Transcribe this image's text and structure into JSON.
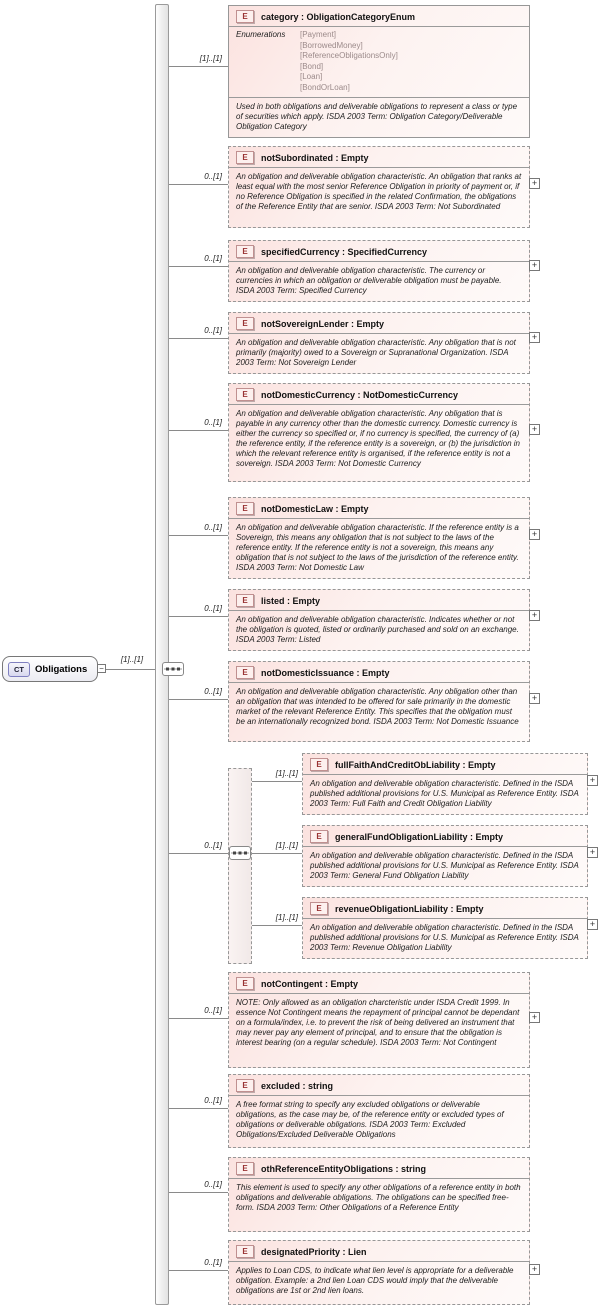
{
  "meta": {
    "separator": " : ",
    "element_badge": "E",
    "plus_glyph": "+",
    "collapse_glyph": "−",
    "compositor_kind": "sequence",
    "colors": {
      "box_fill": "#fbe2df",
      "box_border": "#979797",
      "element_badge_red": "#993333",
      "ct_badge_blue": "#8080c0",
      "enum_value_gray": "#9b8a8a"
    }
  },
  "root": {
    "badge": "CT",
    "title": "Obligations",
    "cardinality": "[1]..[1]"
  },
  "group": {
    "cardinality": "0..[1]"
  },
  "elements": [
    {
      "name": "category",
      "type": "ObligationCategoryEnum",
      "cardinality": "[1]..[1]",
      "required": true,
      "enumerations_label": "Enumerations",
      "enumerations": [
        "[Payment]",
        "[BorrowedMoney]",
        "[ReferenceObligationsOnly]",
        "[Bond]",
        "[Loan]",
        "[BondOrLoan]"
      ],
      "annotation": "Used in both obligations and deliverable obligations to represent a class or type of securities which apply. ISDA 2003 Term: Obligation Category/Deliverable Obligation Category"
    },
    {
      "name": "notSubordinated",
      "type": "Empty",
      "cardinality": "0..[1]",
      "required": false,
      "annotation": "An obligation and deliverable obligation characteristic. An obligation that ranks at least equal with the most senior Reference Obligation in priority of payment or, if no Reference Obligation is specified in the related Confirmation, the obligations of the Reference Entity that are senior. ISDA 2003 Term: Not Subordinated"
    },
    {
      "name": "specifiedCurrency",
      "type": "SpecifiedCurrency",
      "cardinality": "0..[1]",
      "required": false,
      "annotation": "An obligation and deliverable obligation characteristic. The currency or currencies in which an obligation or deliverable obligation must be payable. ISDA 2003 Term: Specified Currency"
    },
    {
      "name": "notSovereignLender",
      "type": "Empty",
      "cardinality": "0..[1]",
      "required": false,
      "annotation": "An obligation and deliverable obligation characteristic. Any obligation that is not primarily (majority) owed to a Sovereign or Supranational Organization. ISDA 2003 Term: Not Sovereign Lender"
    },
    {
      "name": "notDomesticCurrency",
      "type": "NotDomesticCurrency",
      "cardinality": "0..[1]",
      "required": false,
      "annotation": "An obligation and deliverable obligation characteristic. Any obligation that is payable in any currency other than the domestic currency. Domestic currency is either the currency so specified or, if no currency is specified, the currency of (a) the reference entity, if the reference entity is a sovereign, or (b) the jurisdiction in which the relevant reference entity is organised, if the reference entity is not a sovereign. ISDA 2003 Term: Not Domestic Currency"
    },
    {
      "name": "notDomesticLaw",
      "type": "Empty",
      "cardinality": "0..[1]",
      "required": false,
      "annotation": "An obligation and deliverable obligation characteristic. If the reference entity is a Sovereign, this means any obligation that is not subject to the laws of the reference entity. If the reference entity is not a sovereign, this means any obligation that is not subject to the laws of the jurisdiction of the reference entity. ISDA 2003 Term: Not Domestic Law"
    },
    {
      "name": "listed",
      "type": "Empty",
      "cardinality": "0..[1]",
      "required": false,
      "annotation": "An obligation and deliverable obligation characteristic. Indicates whether or not the obligation is quoted, listed or ordinarily purchased and sold on an exchange. ISDA 2003 Term: Listed"
    },
    {
      "name": "notDomesticIssuance",
      "type": "Empty",
      "cardinality": "0..[1]",
      "required": false,
      "annotation": "An obligation and deliverable obligation characteristic. Any obligation other than an obligation that was intended to be offered for sale primarily in the domestic market of the relevant Reference Entity. This specifies that the obligation must be an internationally recognized bond. ISDA 2003 Term: Not Domestic Issuance"
    },
    {
      "name": "fullFaithAndCreditObLiability",
      "type": "Empty",
      "cardinality": "[1]..[1]",
      "required": false,
      "annotation": "An obligation and deliverable obligation characteristic. Defined in the ISDA published additional provisions for U.S. Municipal as Reference Entity. ISDA 2003 Term: Full Faith and Credit Obligation Liability"
    },
    {
      "name": "generalFundObligationLiability",
      "type": "Empty",
      "cardinality": "[1]..[1]",
      "required": false,
      "annotation": "An obligation and deliverable obligation characteristic. Defined in the ISDA published additional provisions for U.S. Municipal as Reference Entity. ISDA 2003 Term: General Fund Obligation Liability"
    },
    {
      "name": "revenueObligationLiability",
      "type": "Empty",
      "cardinality": "[1]..[1]",
      "required": false,
      "annotation": "An obligation and deliverable obligation characteristic. Defined in the ISDA published additional provisions for U.S. Municipal as Reference Entity. ISDA 2003 Term: Revenue Obligation Liability"
    },
    {
      "name": "notContingent",
      "type": "Empty",
      "cardinality": "0..[1]",
      "required": false,
      "annotation": "NOTE: Only allowed as an obligation charcteristic under ISDA Credit 1999. In essence Not Contingent means the repayment of principal cannot be dependant on a formula/index, i.e. to prevent the risk of being delivered an instrument that may never pay any element of principal, and to ensure that the obligation is interest bearing (on a regular schedule). ISDA 2003 Term: Not Contingent"
    },
    {
      "name": "excluded",
      "type": "string",
      "cardinality": "0..[1]",
      "required": false,
      "annotation": "A free format string to specify any excluded obligations or deliverable obligations, as the case may be, of the reference entity or excluded types of obligations or deliverable obligations. ISDA 2003 Term: Excluded Obligations/Excluded Deliverable Obligations"
    },
    {
      "name": "othReferenceEntityObligations",
      "type": "string",
      "cardinality": "0..[1]",
      "required": false,
      "annotation": "This element is used to specify any other obligations of a reference entity in both obligations and deliverable obligations. The obligations can be specified free-form. ISDA 2003 Term: Other Obligations of a Reference Entity"
    },
    {
      "name": "designatedPriority",
      "type": "Lien",
      "cardinality": "0..[1]",
      "required": false,
      "annotation": "Applies to Loan CDS, to indicate what lien level is appropriate for a deliverable obligation. Example: a 2nd lien Loan CDS would imply that the deliverable obligations are 1st or 2nd lien loans."
    }
  ]
}
